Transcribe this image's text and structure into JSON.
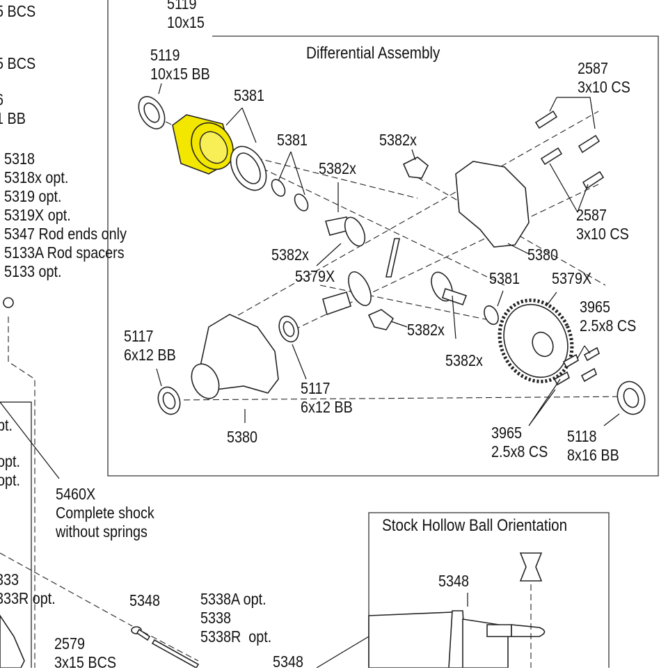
{
  "diagram": {
    "panel_differential_title": "Differential Assembly",
    "panel_hollow_ball_title": "Stock Hollow Ball Orientation",
    "highlight_color": "#f3e700",
    "labels": {
      "top_5119_a": "5119\n10x15",
      "top_5119_b": "5119\n10x15 BB",
      "left_bcs_a": "5 BCS",
      "left_bcs_b": "5 BCS",
      "left_bb": "6\n1 BB",
      "left_5318": "5318\n5318x opt.\n5319 opt.\n5319X opt.\n5347 Rod ends only\n5133A Rod spacers\n5133 opt.",
      "d_5381_top": "5381",
      "d_5381_mid": "5381",
      "d_5382x_top": "5382x",
      "d_5382x_mid": "5382x",
      "d_2587_top": "2587\n3x10 CS",
      "d_2587_bot": "2587\n3x10 CS",
      "d_5380_right": "5380",
      "d_5382x_left": "5382x",
      "d_5379X_left": "5379X",
      "d_5381_right": "5381",
      "d_5379X_right": "5379X",
      "d_3965_top": "3965\n2.5x8 CS",
      "d_5382x_low": "5382x",
      "d_5382x_low2": "5382x",
      "d_5117_left": "5117\n6x12 BB",
      "d_5117_mid": "5117\n6x12 BB",
      "d_5380_bottom": "5380",
      "d_3965_bottom": "3965\n2.5x8 CS",
      "d_5118": "5118\n8x16 BB",
      "left_opt_a": "pt.",
      "left_opt_b": "opt.\nopt.",
      "shock_5460X": "5460X\nComplete shock\nwithout springs",
      "bottom_833": "333\n333R opt.",
      "bottom_2579": "2579\n3x15 BCS",
      "bottom_5348_a": "5348",
      "bottom_5338": "5338A opt.\n5338\n5338R  opt.",
      "bottom_5348_b": "5348",
      "ball_5348": "5348"
    }
  }
}
